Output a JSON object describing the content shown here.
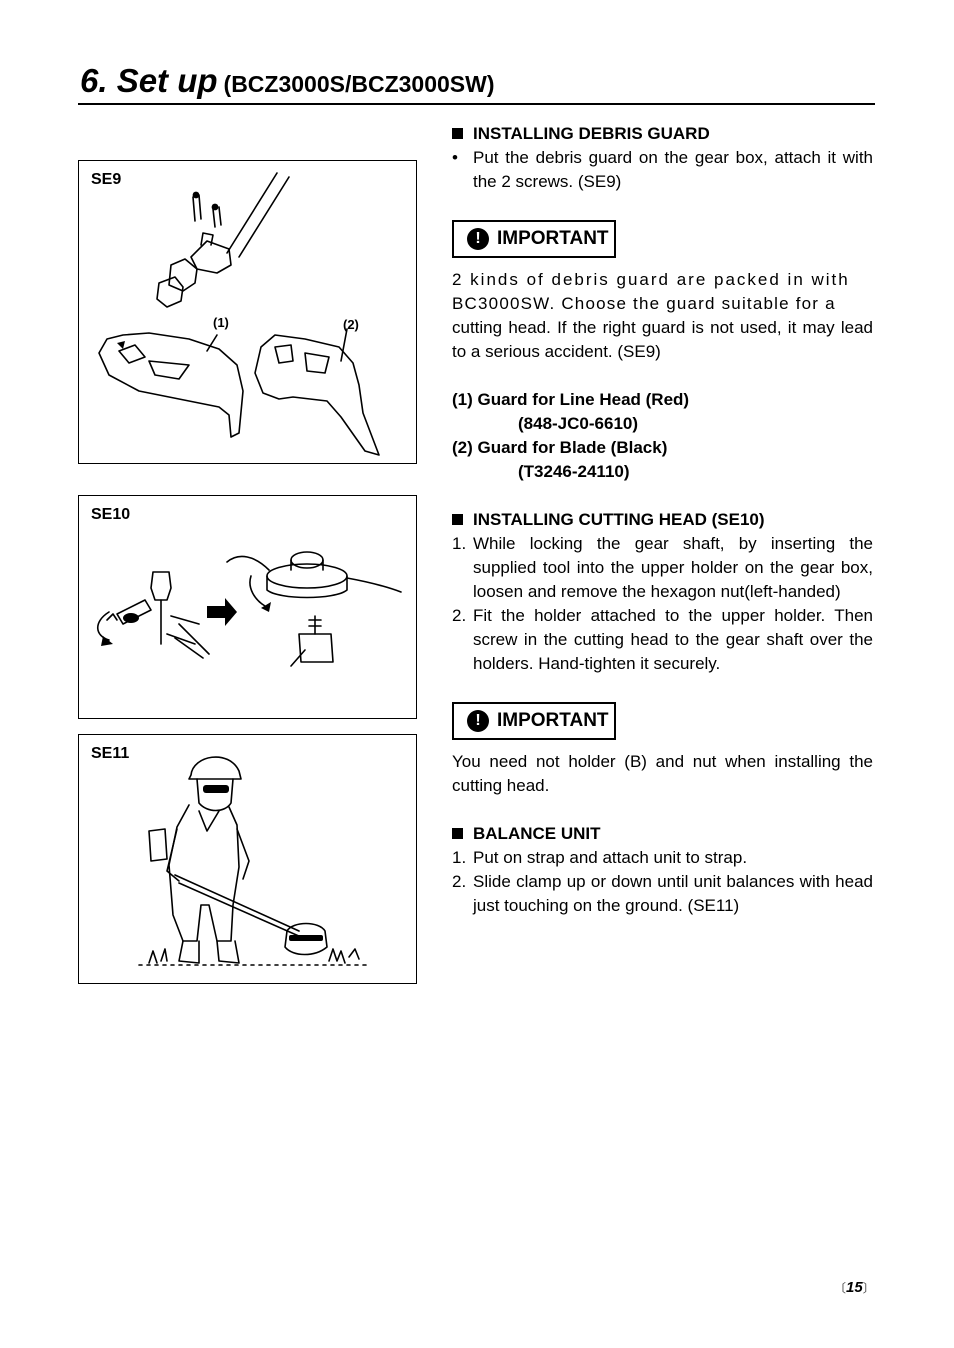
{
  "header": {
    "title": "6. Set up",
    "subtitle": "(BCZ3000S/BCZ3000SW)"
  },
  "figures": {
    "se9": {
      "caption": "SE9",
      "label1": "(1)",
      "label2": "(2)"
    },
    "se10": {
      "caption": "SE10"
    },
    "se11": {
      "caption": "SE11"
    }
  },
  "debris_guard": {
    "heading": "INSTALLING DEBRIS GUARD",
    "bullet": "•",
    "text": "Put the debris guard on the gear box, attach it with the 2 screws. (SE9)"
  },
  "important1": {
    "label": "IMPORTANT",
    "line1": "2 kinds of debris guard are packed in with",
    "line2": "BC3000SW. Choose the guard suitable for a",
    "rest": "cutting head. If the right guard is not used, it may lead to a serious accident. (SE9)"
  },
  "guards": {
    "g1": "(1) Guard for Line Head (Red)",
    "g1_part": "(848-JC0-6610)",
    "g2": "(2) Guard for Blade (Black)",
    "g2_part": "(T3246-24110)"
  },
  "cutting_head": {
    "heading": "INSTALLING CUTTING HEAD (SE10)",
    "step1_num": "1.",
    "step1": "While locking the gear shaft, by inserting the supplied tool into the upper holder on the gear box, loosen and remove the hexagon nut(left-handed)",
    "step2_num": "2.",
    "step2": "Fit the holder attached to the upper holder. Then screw in the cutting head to the gear shaft over the holders. Hand-tighten it securely."
  },
  "important2": {
    "label": "IMPORTANT",
    "text": "You need not holder (B) and nut when installing the cutting head."
  },
  "balance": {
    "heading": "BALANCE UNIT",
    "step1_num": "1.",
    "step1": "Put on strap and attach unit to strap.",
    "step2_num": "2.",
    "step2": "Slide clamp up or down until unit balances with head just touching on the ground. (SE11)"
  },
  "footer": {
    "page_number": "15",
    "bracket_left": "〔",
    "bracket_right": "〕"
  },
  "icons": {
    "exclamation": "!"
  }
}
